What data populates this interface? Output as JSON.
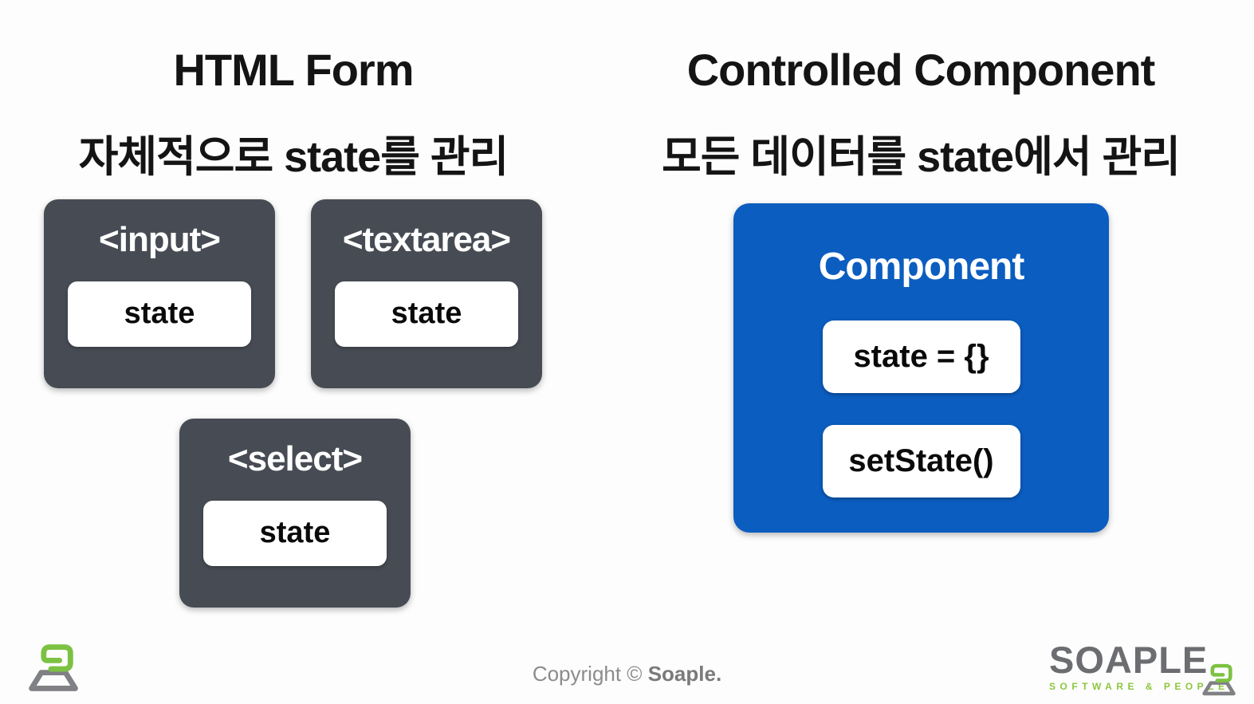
{
  "colors": {
    "background": "#fdfdfd",
    "dark_box": "#474c54",
    "blue_box": "#0b5dc0",
    "chip_bg": "#ffffff",
    "logo_green": "#7cc242",
    "logo_gray": "#808184",
    "brand_gray": "#6b6d70",
    "tagline_green": "#8cc63e",
    "footer_text": "#8c8c8c"
  },
  "left": {
    "title": "HTML Form",
    "subtitle": "자체적으로 state를 관리",
    "boxes": [
      {
        "tag": "<input>",
        "state_label": "state"
      },
      {
        "tag": "<textarea>",
        "state_label": "state"
      },
      {
        "tag": "<select>",
        "state_label": "state"
      }
    ]
  },
  "right": {
    "title": "Controlled Component",
    "subtitle": "모든 데이터를 state에서 관리",
    "component": {
      "title": "Component",
      "items": [
        {
          "label": "state = {}"
        },
        {
          "label": "setState()"
        }
      ]
    }
  },
  "footer": {
    "copyright_prefix": "Copyright © ",
    "copyright_brand": "Soaple.",
    "brand_name": "SOAPLE",
    "brand_tagline": "SOFTWARE & PEOPLE"
  }
}
